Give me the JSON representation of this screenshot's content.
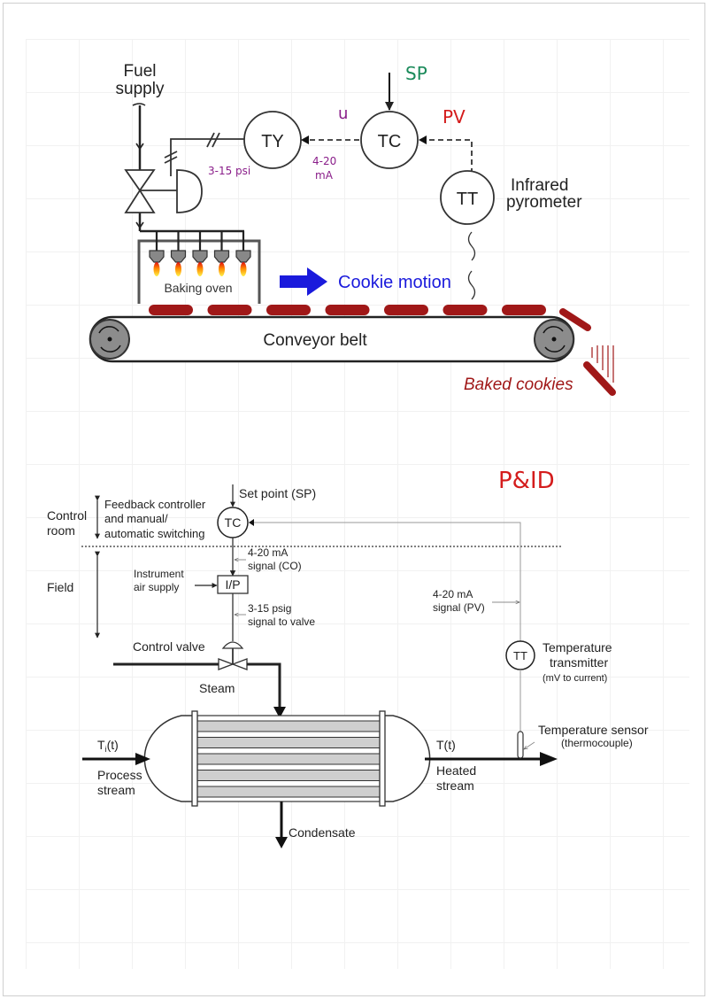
{
  "top_diagram": {
    "fuel_supply": [
      "Fuel",
      "supply"
    ],
    "ty": "TY",
    "tc": "TC",
    "tt": "TT",
    "pyrometer": [
      "Infrared",
      "pyrometer"
    ],
    "oven": "Baking oven",
    "motion": "Cookie motion",
    "belt": "Conveyor belt",
    "baked": "Baked cookies",
    "annotations": {
      "sp": "SP",
      "u": "u",
      "pv": "PV",
      "psi": "3-15 psi",
      "ma": [
        "4-20",
        "mA"
      ]
    },
    "colors": {
      "cookie": "#a01818",
      "motion": "#1a1adc",
      "sp": "#1a8a5a",
      "pv": "#d41c1c",
      "note": "#8a1e8a"
    }
  },
  "bottom_diagram": {
    "title": "P&ID",
    "control_room": [
      "Control",
      "room"
    ],
    "field": "Field",
    "controller_desc": [
      "Feedback controller",
      "and manual/",
      "automatic switching"
    ],
    "set_point": "Set point  (SP)",
    "tc": "TC",
    "co_signal": [
      "4-20 mA",
      "signal (CO)"
    ],
    "instrument_air": [
      "Instrument",
      "air supply"
    ],
    "ip": "I/P",
    "valve_signal": [
      "3-15 psig",
      "signal to valve"
    ],
    "control_valve": "Control valve",
    "steam": "Steam",
    "pv_signal": [
      "4-20 mA",
      "signal (PV)"
    ],
    "tt": "TT",
    "transmitter": [
      "Temperature",
      "transmitter",
      "(mV to current)"
    ],
    "sensor": [
      "Temperature sensor",
      "(thermocouple)"
    ],
    "ti": "T",
    "ti_sub": "i",
    "ti_suffix": "(t)",
    "process_stream": [
      "Process",
      "stream"
    ],
    "t_out": "T(t)",
    "heated_stream": [
      "Heated",
      "stream"
    ],
    "condensate": "Condensate"
  }
}
